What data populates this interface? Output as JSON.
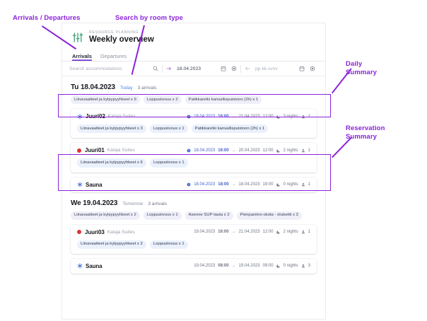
{
  "annotations": [
    {
      "id": "arrivals-departures",
      "text": "Arrivals / Departures"
    },
    {
      "id": "search-room-type",
      "text": "Search by room type"
    },
    {
      "id": "daily-summary",
      "text": "Daily\nSummary"
    },
    {
      "id": "reservation-summary",
      "text": "Reservation\nSummary"
    }
  ],
  "accent": "#8B23D9",
  "header": {
    "kicker": "RESOURCE PLANNING",
    "title": "Weekly overview",
    "icon": "sliders-icon"
  },
  "tabs": [
    {
      "label": "Arrivals",
      "active": true
    },
    {
      "label": "Departures",
      "active": false
    }
  ],
  "search": {
    "placeholder": "Search accommodations",
    "search_icon": "search-icon",
    "arrival_arrow_icon": "arrow-right-icon",
    "arrival_date": "18.04.2023",
    "arrival_calendar_icon": "calendar-icon",
    "arrival_clear_icon": "clear-icon",
    "departure_arrow_icon": "arrow-left-icon",
    "departure_placeholder": "pp.kk.vvvv",
    "departure_calendar_icon": "calendar-icon",
    "departure_clear_icon": "clear-icon"
  },
  "days": [
    {
      "date": "Tu 18.04.2023",
      "relative": "Today",
      "relative_style": "blue",
      "count": "3 arrivals",
      "summary_tags": [
        "Liinavaatteet ja kylpypyyhkeet x 9",
        "Loppusiivous x 2",
        "Patikkaretki kansallispuistoon (2h) x 1"
      ],
      "reservations": [
        {
          "marker": "star",
          "unit": "Juuri02",
          "property": "Kataja Suites",
          "in_date": "18.04.2023",
          "in_time": "16:00",
          "out_date": "21.04.2023",
          "out_time": "12:00",
          "nights": "3 nights",
          "guests": "1",
          "date_color": "blue",
          "tags": [
            "Liinavaatteet ja kylpypyyhkeet x 3",
            "Loppusiivous x 1",
            "Patikkaretki kansallispuistoon (2h) x 1"
          ]
        },
        {
          "marker": "dot",
          "unit": "Juuri01",
          "property": "Kataja Suites",
          "in_date": "18.04.2023",
          "in_time": "16:00",
          "out_date": "20.04.2023",
          "out_time": "12:00",
          "nights": "2 nights",
          "guests": "1",
          "date_color": "blue",
          "tags": [
            "Liinavaatteet ja kylpypyyhkeet x 6",
            "Loppusiivous x 1"
          ]
        },
        {
          "marker": "star",
          "unit": "Sauna",
          "property": "",
          "in_date": "18.04.2023",
          "in_time": "18:00",
          "out_date": "18.04.2023",
          "out_time": "19:00",
          "nights": "0 nights",
          "guests": "1",
          "date_color": "blue",
          "tags": []
        }
      ]
    },
    {
      "date": "We 19.04.2023",
      "relative": "Tomorrow",
      "relative_style": "gray",
      "count": "3 arrivals",
      "summary_tags": [
        "Liinavaatteet ja kylpypyyhkeet x 2",
        "Loppusiivous x 1",
        "Asenne SUP-lauta x 2",
        "Pienpanimo-oluita - olutsetti x 3"
      ],
      "reservations": [
        {
          "marker": "dot",
          "unit": "Juuri03",
          "property": "Kataja Suites",
          "in_date": "19.04.2023",
          "in_time": "16:00",
          "out_date": "21.04.2023",
          "out_time": "12:00",
          "nights": "2 nights",
          "guests": "1",
          "date_color": "gray",
          "tags": [
            "Liinavaatteet ja kylpypyyhkeet x 2",
            "Loppusiivous x 1"
          ]
        },
        {
          "marker": "star",
          "unit": "Sauna",
          "property": "",
          "in_date": "19.04.2023",
          "in_time": "08:00",
          "out_date": "19.04.2023",
          "out_time": "09:00",
          "nights": "0 nights",
          "guests": "3",
          "date_color": "gray",
          "tags": []
        }
      ]
    }
  ]
}
